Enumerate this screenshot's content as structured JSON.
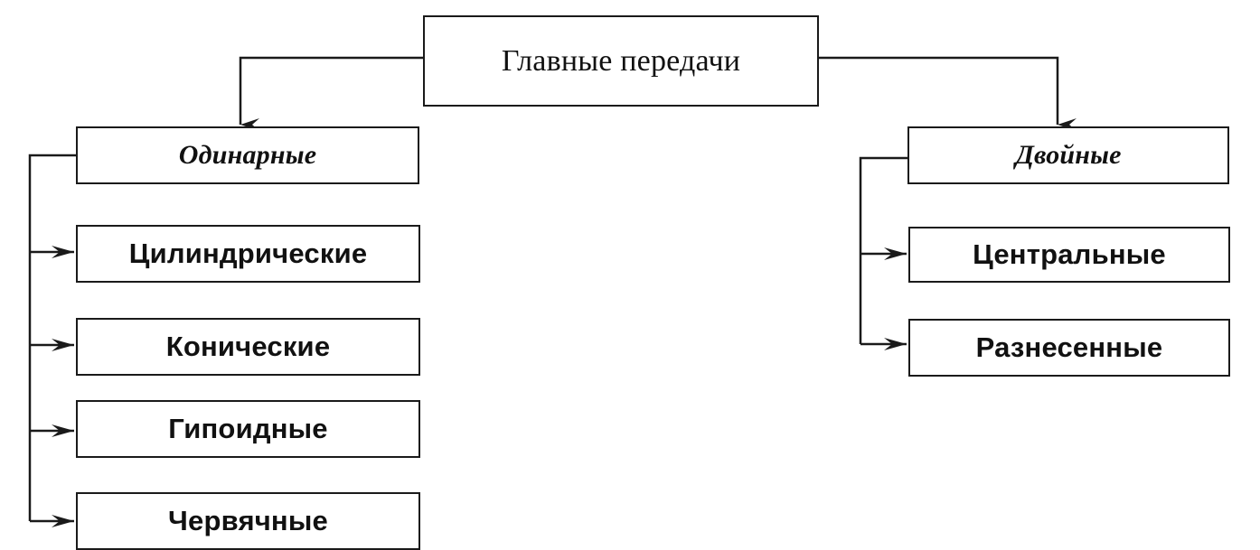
{
  "root": {
    "label": "Главные передачи"
  },
  "groups": [
    {
      "label": "Одинарные",
      "items": [
        "Цилиндрические",
        "Конические",
        "Гипоидные",
        "Червячные"
      ]
    },
    {
      "label": "Двойные",
      "items": [
        "Центральные",
        "Разнесенные"
      ]
    }
  ],
  "colors": {
    "line": "#1a1a1a",
    "box_border": "#1a1a1a",
    "background": "#ffffff"
  }
}
